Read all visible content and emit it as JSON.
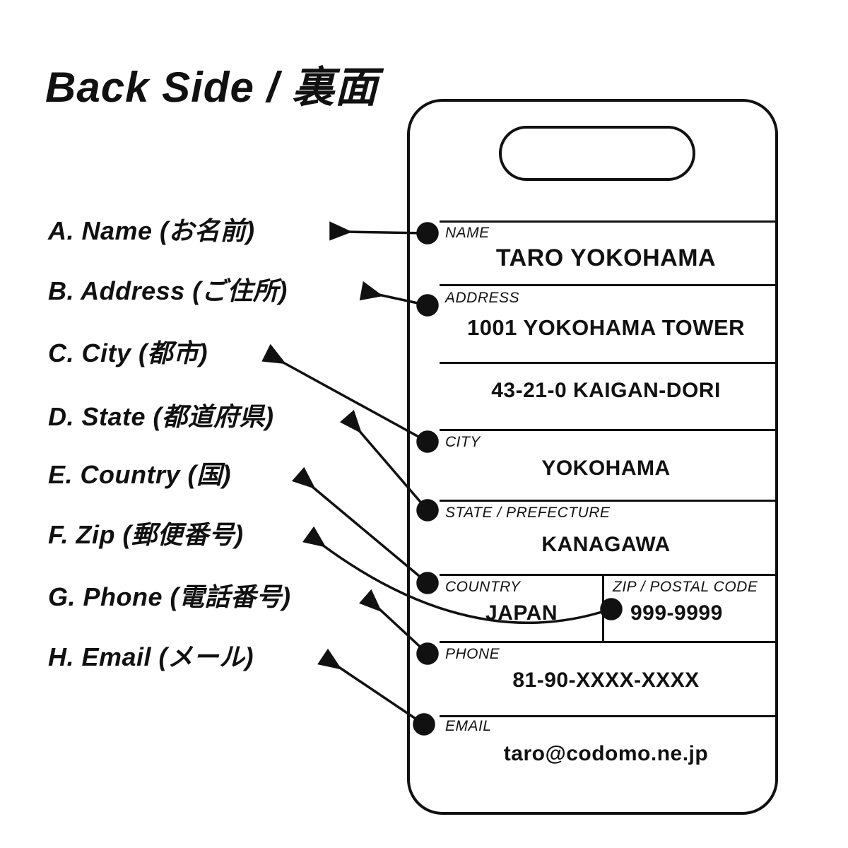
{
  "title": "Back Side / 裏面",
  "legend": {
    "items": [
      {
        "key": "A",
        "label": "A. Name (お名前)"
      },
      {
        "key": "B",
        "label": "B. Address (ご住所)"
      },
      {
        "key": "C",
        "label": "C. City (都市)"
      },
      {
        "key": "D",
        "label": "D. State (都道府県)"
      },
      {
        "key": "E",
        "label": "E. Country (国)"
      },
      {
        "key": "F",
        "label": "F. Zip (郵便番号)"
      },
      {
        "key": "G",
        "label": "G. Phone (電話番号)"
      },
      {
        "key": "H",
        "label": "H. Email (メール)"
      }
    ]
  },
  "tag": {
    "name": {
      "label": "NAME",
      "value": "TARO YOKOHAMA"
    },
    "address": {
      "label": "ADDRESS",
      "line1": "1001 YOKOHAMA TOWER",
      "line2": "43-21-0 KAIGAN-DORI"
    },
    "city": {
      "label": "CITY",
      "value": "YOKOHAMA"
    },
    "state": {
      "label": "STATE / PREFECTURE",
      "value": "KANAGAWA"
    },
    "country": {
      "label": "COUNTRY",
      "value": "JAPAN"
    },
    "zip": {
      "label": "ZIP / POSTAL CODE",
      "value": "999-9999"
    },
    "phone": {
      "label": "PHONE",
      "value": "81-90-XXXX-XXXX"
    },
    "email": {
      "label": "EMAIL",
      "value": "taro@codomo.ne.jp"
    }
  },
  "colors": {
    "ink": "#111111",
    "background": "#ffffff"
  }
}
